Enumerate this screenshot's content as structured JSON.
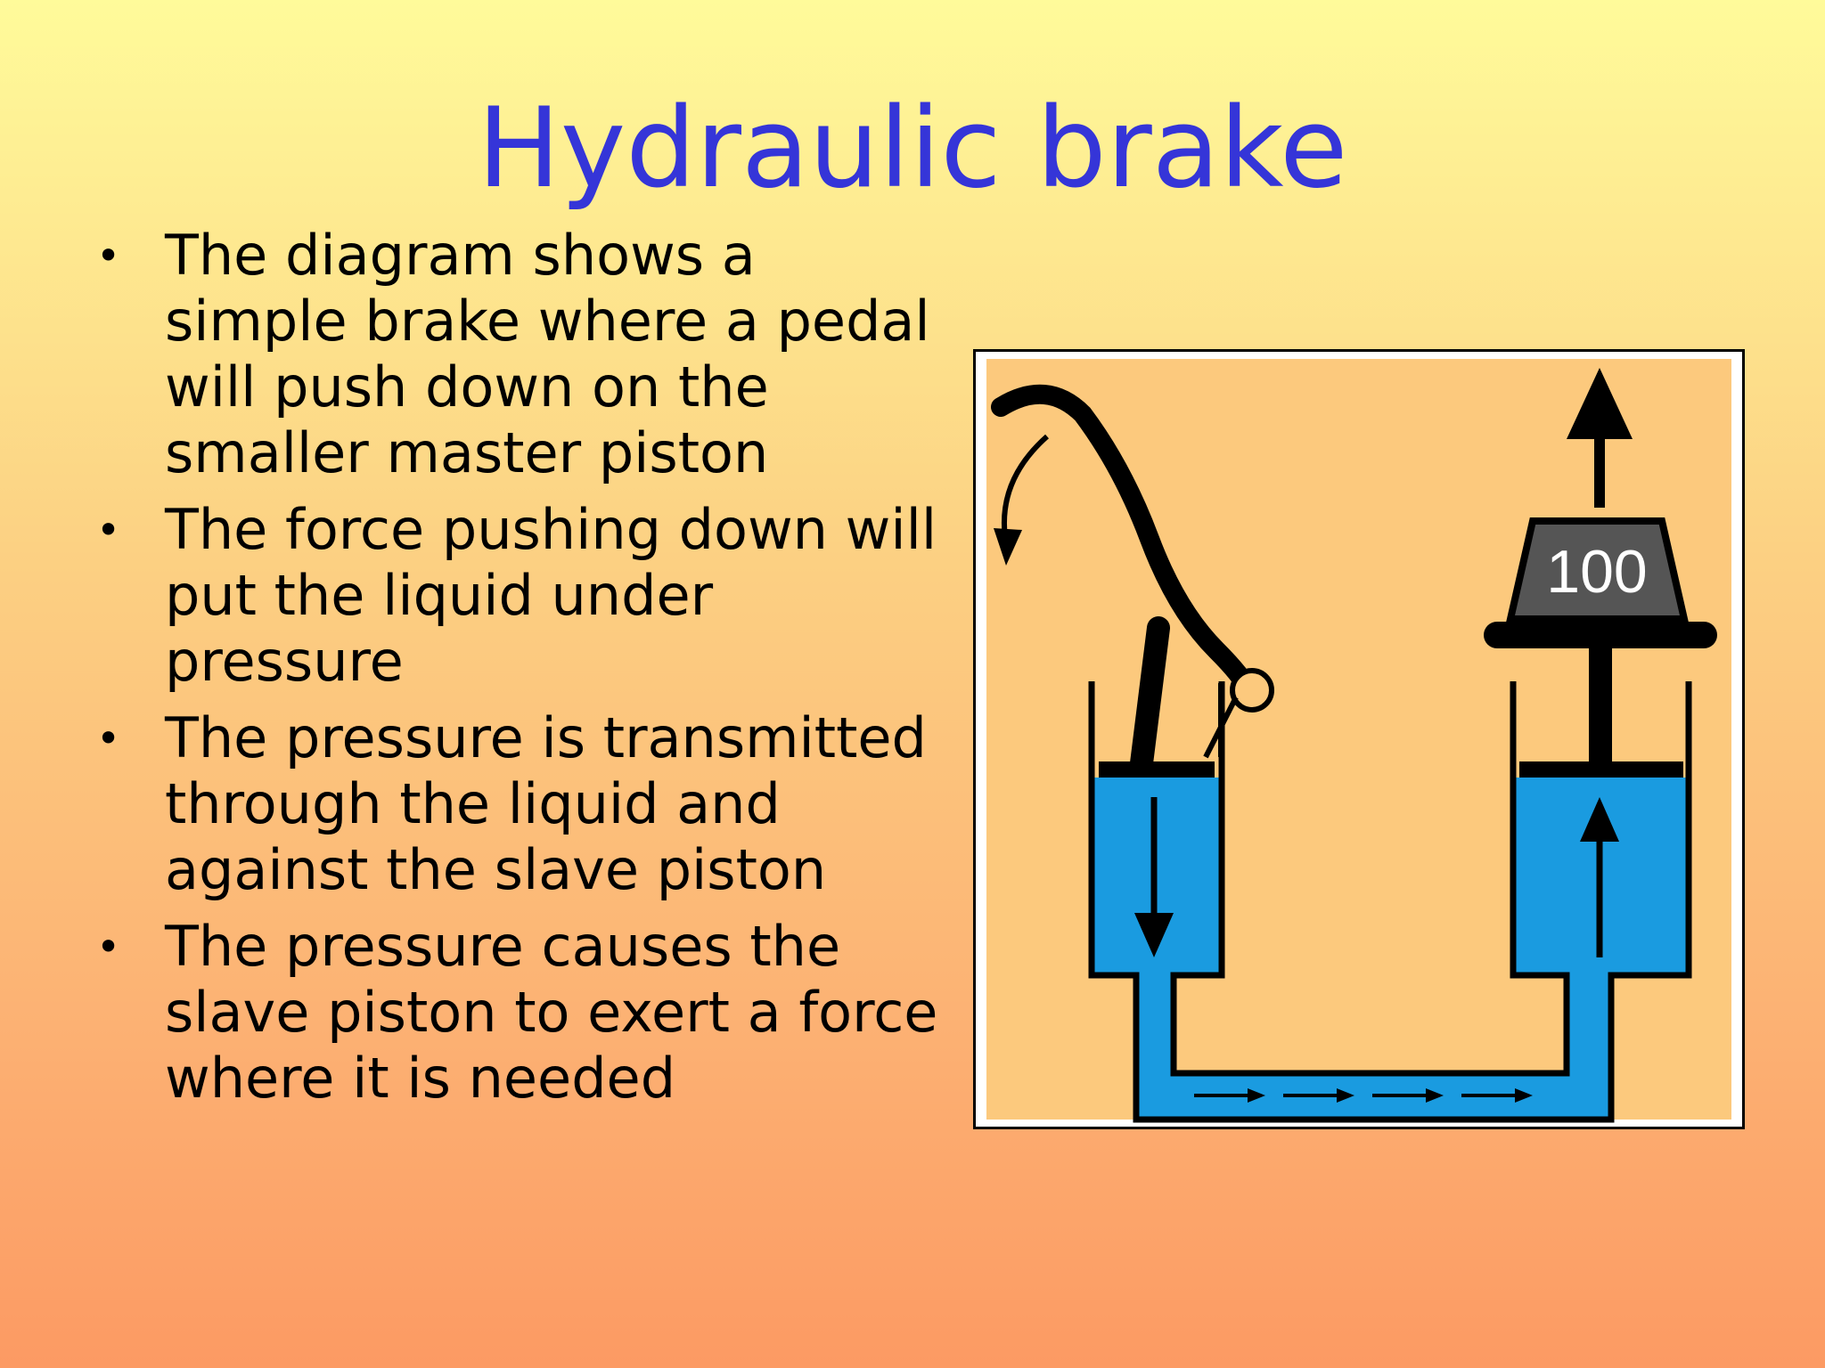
{
  "slide": {
    "title": "Hydraulic brake",
    "bullets": [
      "The diagram shows a simple brake where a pedal will push down on the smaller master piston",
      "The force pushing down will put the liquid under pressure",
      "The pressure is transmitted through the liquid and against the slave piston",
      "The pressure causes the slave piston to exert a force where it is needed"
    ],
    "bullet_symbol": "•",
    "colors": {
      "title": "#3535d8",
      "text": "#000000",
      "liquid": "#1a9be0",
      "diagram_background": "#fcc97d",
      "weight": "#555555"
    }
  },
  "diagram": {
    "weight_label": "100",
    "icons": [
      "pedal-lever",
      "curved-down-arrow",
      "up-arrow",
      "down-arrow",
      "flow-arrows"
    ]
  }
}
